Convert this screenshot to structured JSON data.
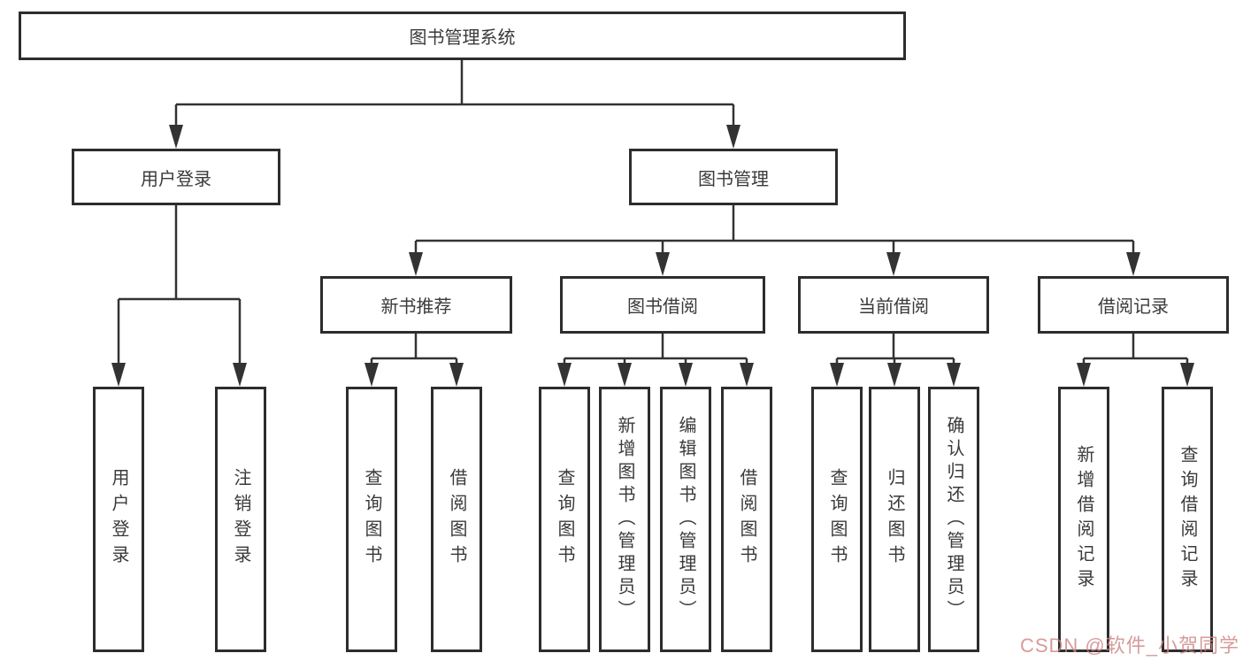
{
  "diagram_type": "functional-structure-tree",
  "colors": {
    "line": "#333333",
    "box_border": "#2d2d2d",
    "background": "#ffffff",
    "watermark": "#cd8282"
  },
  "nodes": {
    "root": "图书管理系统",
    "user_login": "用户登录",
    "book_mgmt": "图书管理",
    "leaf_login": "用户登录",
    "leaf_logout": "注销登录",
    "new_book_rec": "新书推荐",
    "book_borrow": "图书借阅",
    "current_borrow": "当前借阅",
    "borrow_records": "借阅记录",
    "nbr_query": "查询图书",
    "nbr_borrow": "借阅图书",
    "bb_query": "查询图书",
    "bb_add": "新增图书（管理员）",
    "bb_edit": "编辑图书（管理员）",
    "bb_borrow": "借阅图书",
    "cb_query": "查询图书",
    "cb_return": "归还图书",
    "cb_confirm": "确认归还（管理员）",
    "br_add": "新增借阅记录",
    "br_query": "查询借阅记录"
  },
  "hierarchy": {
    "图书管理系统": [
      "用户登录",
      "图书管理"
    ],
    "用户登录": [
      "用户登录",
      "注销登录"
    ],
    "图书管理": [
      "新书推荐",
      "图书借阅",
      "当前借阅",
      "借阅记录"
    ],
    "新书推荐": [
      "查询图书",
      "借阅图书"
    ],
    "图书借阅": [
      "查询图书",
      "新增图书（管理员）",
      "编辑图书（管理员）",
      "借阅图书"
    ],
    "当前借阅": [
      "查询图书",
      "归还图书",
      "确认归还（管理员）"
    ],
    "借阅记录": [
      "新增借阅记录",
      "查询借阅记录"
    ]
  },
  "watermark": {
    "text": "CSDN @软件_小贺同学"
  }
}
